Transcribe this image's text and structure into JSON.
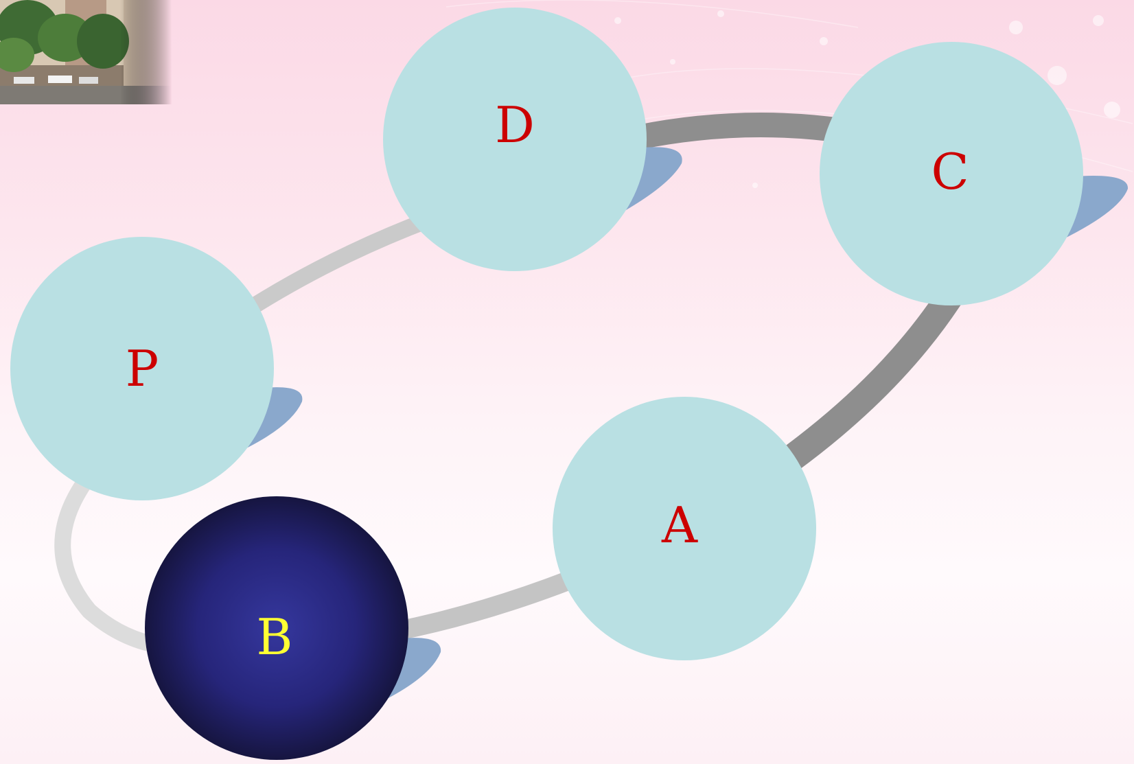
{
  "diagram": {
    "nodes": [
      {
        "id": "P",
        "label": "P",
        "highlighted": false
      },
      {
        "id": "D",
        "label": "D",
        "highlighted": false
      },
      {
        "id": "C",
        "label": "C",
        "highlighted": false
      },
      {
        "id": "A",
        "label": "A",
        "highlighted": false
      },
      {
        "id": "B",
        "label": "B",
        "highlighted": true
      }
    ],
    "edges": [
      {
        "from": "P",
        "to": "D"
      },
      {
        "from": "D",
        "to": "C"
      },
      {
        "from": "C",
        "to": "A"
      },
      {
        "from": "A",
        "to": "B"
      },
      {
        "from": "B",
        "to": "P"
      }
    ]
  },
  "colors": {
    "node_fill": "#b9e0e3",
    "node_label": "#cc0000",
    "highlight_fill_center": "#35379d",
    "highlight_fill_edge": "#161540",
    "highlight_label": "#ffff33",
    "tail": "#8aa8cc",
    "edge_dark": "#8e8e8e",
    "edge_mid": "#c4c4c4",
    "edge_light": "#dcdcdc"
  }
}
